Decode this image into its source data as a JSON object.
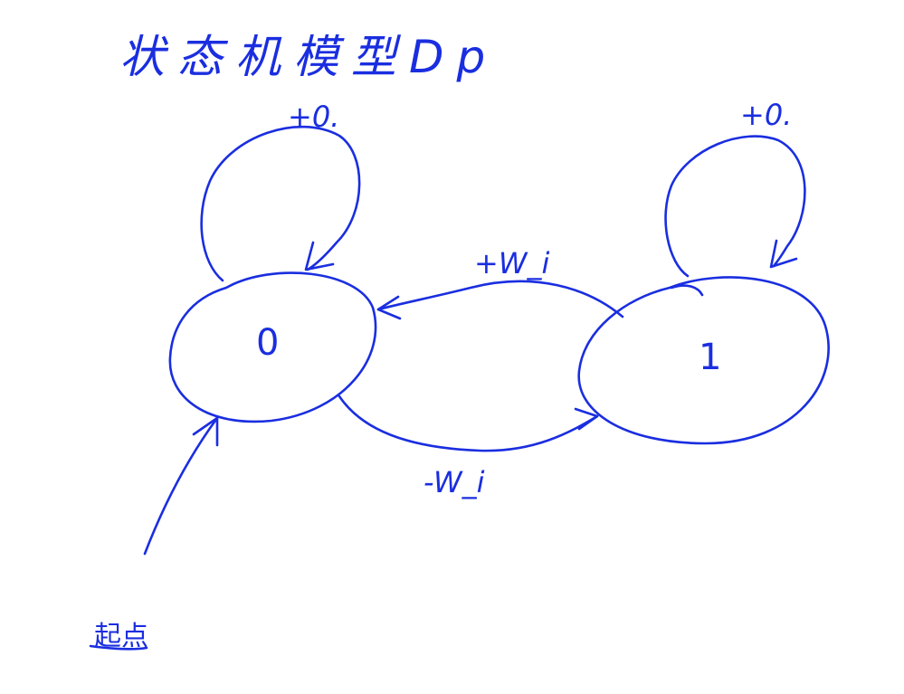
{
  "diagram": {
    "title": "状态机模型Dp",
    "states": [
      {
        "id": "state-0",
        "label": "0"
      },
      {
        "id": "state-1",
        "label": "1"
      }
    ],
    "transitions": [
      {
        "id": "self-loop-0",
        "from": "0",
        "to": "0",
        "label": "+0."
      },
      {
        "id": "self-loop-1",
        "from": "1",
        "to": "1",
        "label": "+0."
      },
      {
        "id": "edge-1-to-0",
        "from": "1",
        "to": "0",
        "label": "+W_i"
      },
      {
        "id": "edge-0-to-1",
        "from": "0",
        "to": "1",
        "label": "-W_i"
      }
    ],
    "start": {
      "target": "0",
      "label": "起点"
    },
    "ink_color": "#1a2ee0"
  }
}
